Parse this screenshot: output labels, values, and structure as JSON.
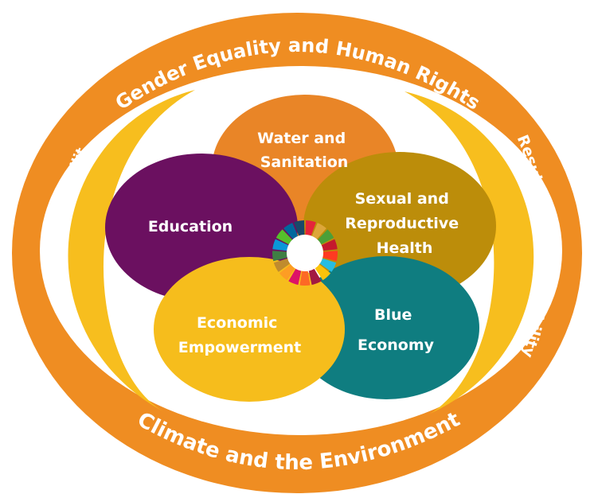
{
  "outer_ring": {
    "top_label": "Gender Equality and Human Rights",
    "bottom_label": "Climate and the Environment",
    "color": "#EF8D22"
  },
  "side_bands": {
    "left_label": "Innovation and flexibility",
    "right_label": "Results and Sustainability",
    "color": "#F7BE1E"
  },
  "petals": {
    "water": {
      "lines": [
        "Water and",
        "Sanitation"
      ],
      "color": "#E98527"
    },
    "education": {
      "lines": [
        "Education"
      ],
      "color": "#6B1060"
    },
    "sexual": {
      "lines": [
        "Sexual and",
        "Reproductive",
        "Health"
      ],
      "color": "#BC8D0A"
    },
    "economic": {
      "lines": [
        "Economic",
        "Empowerment"
      ],
      "color": "#F6BD1C"
    },
    "blue": {
      "lines": [
        "Blue",
        "Economy"
      ],
      "color": "#0F7D80"
    }
  },
  "sdg_wheel_colors": [
    "#E5243B",
    "#DDA63A",
    "#4C9F38",
    "#C5192D",
    "#FF3A21",
    "#26BDE2",
    "#FCC30B",
    "#A21942",
    "#FD6925",
    "#DD1367",
    "#FD9D24",
    "#BF8B2E",
    "#3F7E44",
    "#0A97D9",
    "#56C02B",
    "#00689D",
    "#19486A"
  ]
}
